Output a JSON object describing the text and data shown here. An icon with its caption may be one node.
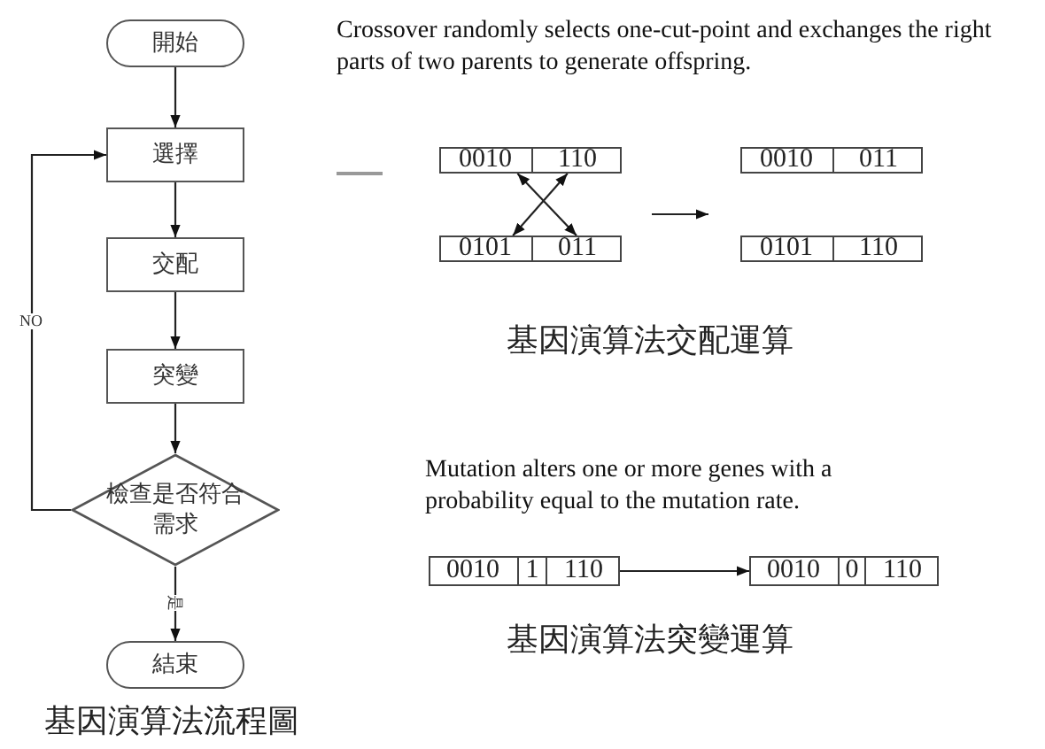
{
  "diagram": {
    "nodes": [
      {
        "text": [
          "開始"
        ]
      },
      {
        "text": [
          "選擇"
        ]
      },
      {
        "text": [
          "交配"
        ]
      },
      {
        "text": [
          "突變"
        ]
      },
      {
        "text": [
          "檢查是否符合需求"
        ]
      },
      {
        "text": [
          "結束"
        ]
      },
      {
        "text": [],
        "shape": "box"
      },
      {
        "text": [
          "0010"
        ],
        "in": 6
      },
      {
        "text": [
          "110"
        ],
        "in": 6
      },
      {
        "text": [],
        "shape": "box"
      },
      {
        "text": [
          "0101"
        ],
        "in": 9
      },
      {
        "text": [
          "011"
        ],
        "in": 9
      },
      {
        "text": [],
        "shape": "box"
      },
      {
        "text": [
          "0010"
        ],
        "in": 12
      },
      {
        "text": [
          "011"
        ],
        "in": 12
      },
      {
        "text": [],
        "shape": "box"
      },
      {
        "text": [
          "0101"
        ],
        "in": 15
      },
      {
        "text": [
          "110"
        ],
        "in": 15
      },
      {
        "text": [],
        "shape": "box"
      },
      {
        "text": [
          "0010"
        ],
        "in": 18
      },
      {
        "text": [
          "1"
        ],
        "in": 18
      },
      {
        "text": [
          "110"
        ],
        "in": 18
      },
      {
        "text": [],
        "shape": "box"
      },
      {
        "text": [
          "0010"
        ],
        "in": 22
      },
      {
        "text": [
          "0"
        ],
        "in": 22
      },
      {
        "text": [
          "110"
        ],
        "in": 22
      }
    ],
    "edges": [
      {
        "from": 0,
        "to": 1,
        "arrow": "to"
      },
      {
        "from": 1,
        "to": 2,
        "arrow": "to"
      },
      {
        "from": 2,
        "to": 3,
        "arrow": "to"
      },
      {
        "from": 3,
        "to": 4,
        "arrow": "to"
      },
      {
        "from": 4,
        "to": 1,
        "arrow": "to",
        "label": "NO"
      },
      {
        "from": 4,
        "to": 5,
        "arrow": "to",
        "label": "是"
      },
      {
        "from": 7,
        "to": 11,
        "arrow": "both"
      },
      {
        "from": 8,
        "to": 10,
        "arrow": "both"
      },
      {
        "from": 18,
        "to": 22,
        "arrow": "to"
      }
    ],
    "labels": [
      "Crossover randomly selects one-cut-point and exchanges the right parts of two parents to generate offspring.",
      "基因演算法交配運算",
      "Mutation alters one or more genes with a probability equal to the mutation rate.",
      "基因演算法突變運算",
      "基因演算法流程圖"
    ]
  }
}
